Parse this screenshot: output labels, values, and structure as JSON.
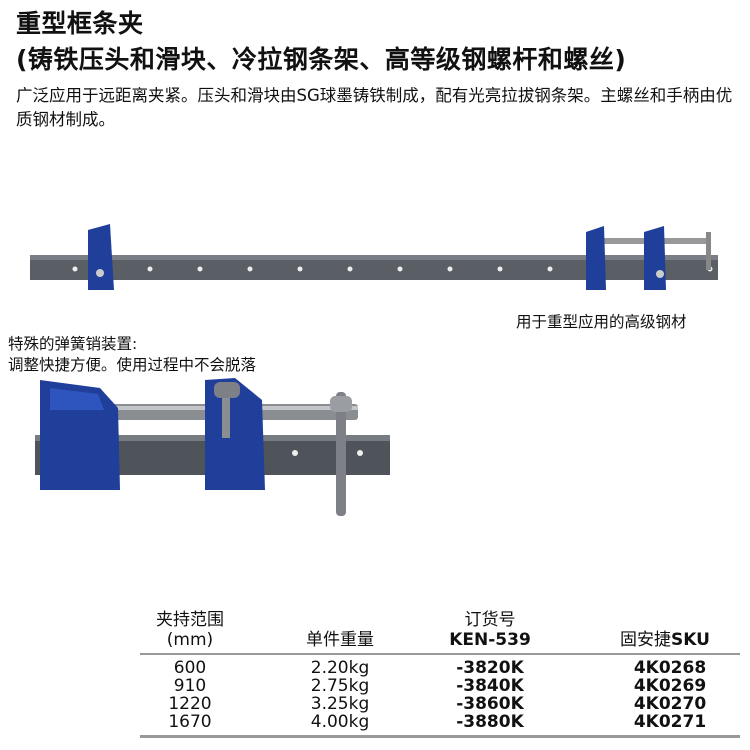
{
  "title": "重型框条夹",
  "subtitle": "(铸铁压头和滑块、冷拉钢条架、高等级钢螺杆和螺丝)",
  "description": "广泛应用于远距离夹紧。压头和滑块由SG球墨铸铁制成，配有光亮拉拔钢条架。主螺丝和手柄由优质钢材制成。",
  "captions": {
    "steel": "用于重型应用的高级钢材",
    "spring_line1": "特殊的弹簧销装置:",
    "spring_line2": "调整快捷方便。使用过程中不会脱落"
  },
  "colors": {
    "clamp_blue": "#1f3f9a",
    "bar_grey": "#5a5f66"
  },
  "table": {
    "headers": {
      "range_line1": "夹持范围",
      "range_line2": "(mm)",
      "weight": "单件重量",
      "order_line1": "订货号",
      "order_line2": "KEN-539",
      "sku_prefix": "固安捷",
      "sku_suffix": "SKU"
    },
    "rows": [
      {
        "range": "600",
        "weight": "2.20kg",
        "order": "-3820K",
        "sku": "4K0268"
      },
      {
        "range": "910",
        "weight": "2.75kg",
        "order": "-3840K",
        "sku": "4K0269"
      },
      {
        "range": "1220",
        "weight": "3.25kg",
        "order": "-3860K",
        "sku": "4K0270"
      },
      {
        "range": "1670",
        "weight": "4.00kg",
        "order": "-3880K",
        "sku": "4K0271"
      }
    ]
  }
}
